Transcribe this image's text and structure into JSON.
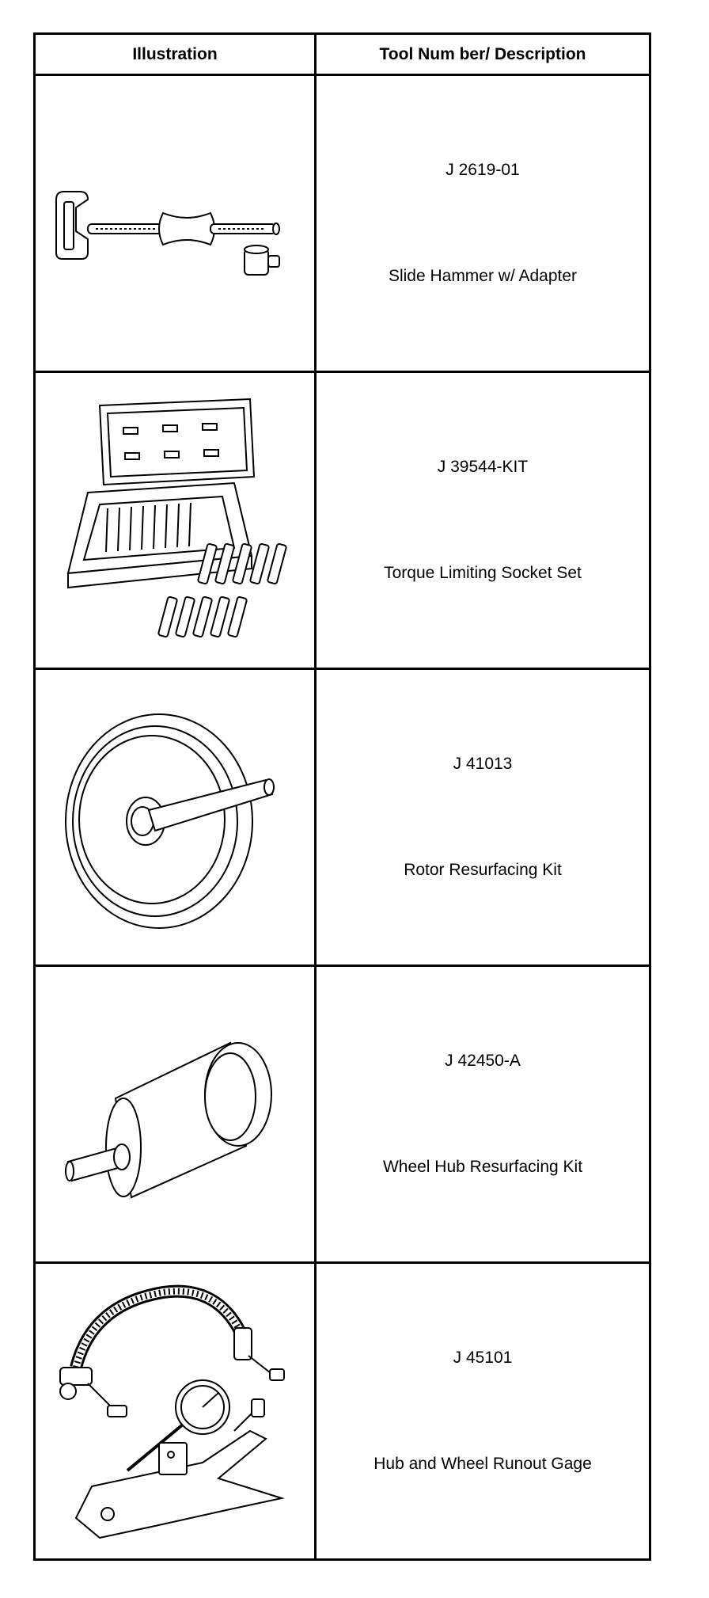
{
  "table": {
    "headers": {
      "illustration": "Illustration",
      "description": "Tool Num ber/ Description"
    },
    "rows": [
      {
        "tool_number": "J 2619-01",
        "description": "Slide Hammer w/ Adapter",
        "icon": "slide-hammer-icon"
      },
      {
        "tool_number": "J 39544-KIT",
        "description": "Torque Limiting Socket Set",
        "icon": "socket-set-icon"
      },
      {
        "tool_number": "J 41013",
        "description": "Rotor Resurfacing Kit",
        "icon": "rotor-kit-icon"
      },
      {
        "tool_number": "J 42450-A",
        "description": "Wheel Hub Resurfacing Kit",
        "icon": "hub-kit-icon"
      },
      {
        "tool_number": "J 45101",
        "description": "Hub and Wheel Runout Gage",
        "icon": "runout-gage-icon"
      }
    ]
  }
}
